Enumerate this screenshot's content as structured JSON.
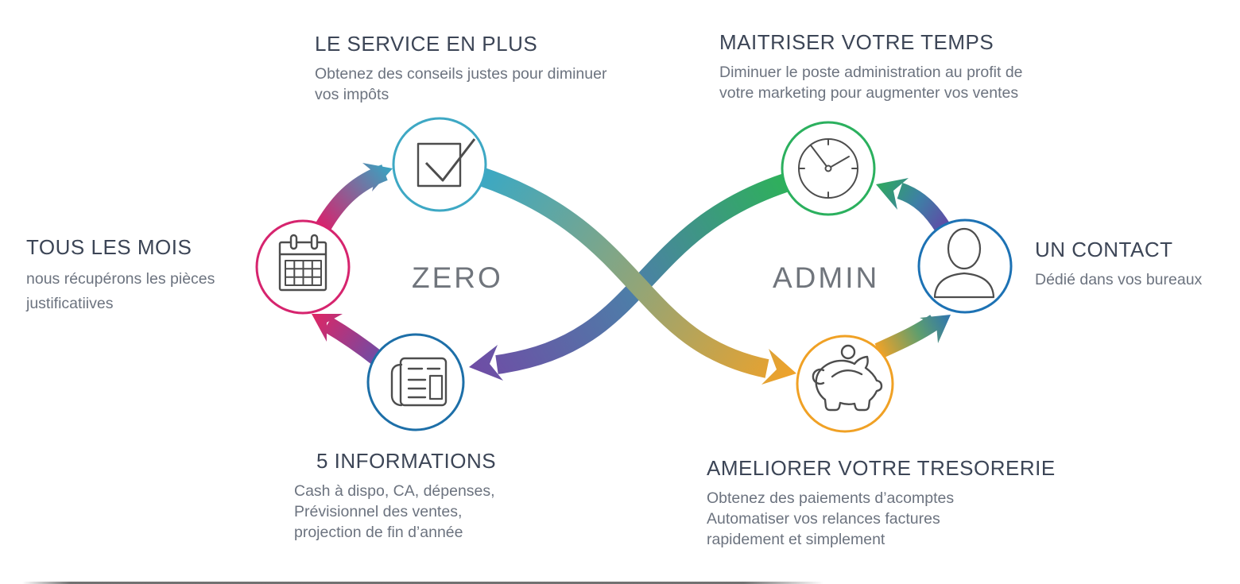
{
  "loops": {
    "left_label": "ZERO",
    "right_label": "ADMIN"
  },
  "blocks": {
    "tous_les_mois": {
      "title": "TOUS LES MOIS",
      "lines": [
        "nous récupérons les pièces",
        "justificatiives"
      ]
    },
    "service_en_plus": {
      "title": "LE SERVICE EN PLUS",
      "lines": [
        "Obtenez des conseils justes pour diminuer",
        "vos impôts"
      ]
    },
    "maitriser_temps": {
      "title": "MAITRISER VOTRE TEMPS",
      "lines": [
        "Diminuer le poste administration au profit de",
        "votre marketing pour augmenter vos ventes"
      ]
    },
    "un_contact": {
      "title": "UN CONTACT",
      "lines": [
        "Dédié dans vos bureaux"
      ]
    },
    "cinq_informations": {
      "title": "5 INFORMATIONS",
      "lines": [
        "Cash à dispo, CA, dépenses,",
        "Prévisionnel des ventes,",
        "projection de fin d’année"
      ]
    },
    "ameliorer_tresorerie": {
      "title": "AMELIORER VOTRE TRESORERIE",
      "lines": [
        "Obtenez des paiements d’acomptes",
        "Automatiser vos relances factures",
        "rapidement et simplement"
      ]
    }
  },
  "icons": {
    "calendar": "calendar-icon",
    "checkbox": "checkbox-icon",
    "newspaper": "newspaper-icon",
    "clock": "clock-icon",
    "user": "user-icon",
    "piggy_bank": "piggy-bank-icon"
  },
  "palette": {
    "pink": "#D6246E",
    "cyan": "#3AA8C4",
    "navy_blue": "#1D6FA8",
    "green": "#2BB05E",
    "blue": "#1D72B4",
    "orange": "#F0A125",
    "purple": "#6F4CA5",
    "title_text": "#3C4556",
    "body_text": "#6C737F",
    "loop_label_text": "#70757C",
    "icon_stroke": "#4D4D4D"
  }
}
